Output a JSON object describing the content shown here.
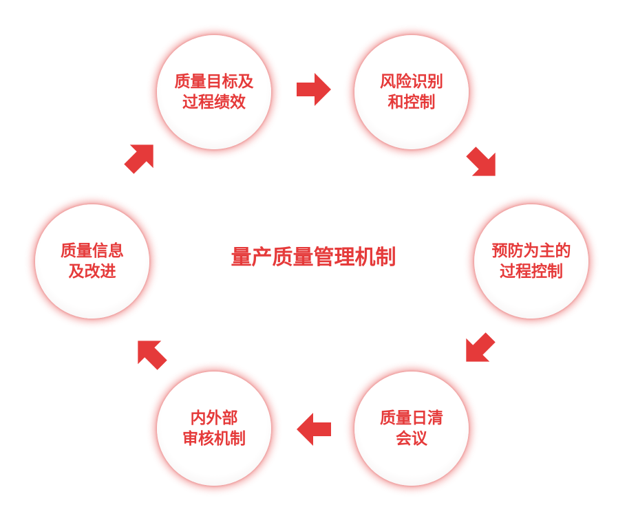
{
  "diagram": {
    "title": "量产质量管理机制",
    "accent_color": "#e53a3a",
    "nodes": [
      {
        "id": "quality-goals",
        "lines": [
          "质量目标及",
          "过程绩效"
        ]
      },
      {
        "id": "risk-control",
        "lines": [
          "风险识别",
          "和控制"
        ]
      },
      {
        "id": "prevention-control",
        "lines": [
          "预防为主的",
          "过程控制"
        ]
      },
      {
        "id": "daily-meeting",
        "lines": [
          "质量日清",
          "会议"
        ]
      },
      {
        "id": "audit",
        "lines": [
          "内外部",
          "审核机制"
        ]
      },
      {
        "id": "info-improvement",
        "lines": [
          "质量信息",
          "及改进"
        ]
      }
    ],
    "arrows": [
      {
        "from": "quality-goals",
        "to": "risk-control",
        "icon": "arrow-right-icon"
      },
      {
        "from": "risk-control",
        "to": "prevention-control",
        "icon": "arrow-down-right-icon"
      },
      {
        "from": "prevention-control",
        "to": "daily-meeting",
        "icon": "arrow-down-left-icon"
      },
      {
        "from": "daily-meeting",
        "to": "audit",
        "icon": "arrow-left-icon"
      },
      {
        "from": "audit",
        "to": "info-improvement",
        "icon": "arrow-up-left-icon"
      },
      {
        "from": "info-improvement",
        "to": "quality-goals",
        "icon": "arrow-up-right-icon"
      }
    ]
  }
}
